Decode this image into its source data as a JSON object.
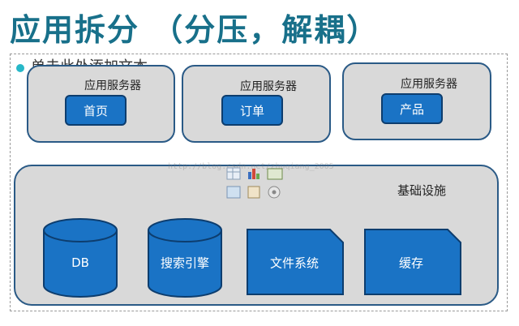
{
  "title": "应用拆分 （分压，解耦）",
  "placeholder_text": "单击此处添加文本",
  "watermark": "http://blog.csdn.net/zhuqiang_2005",
  "app_servers": [
    {
      "label": "应用服务器",
      "service": "首页"
    },
    {
      "label": "应用服务器",
      "service": "订单"
    },
    {
      "label": "应用服务器",
      "service": "产品"
    }
  ],
  "infrastructure": {
    "label": "基础设施",
    "components": [
      {
        "label": "DB",
        "shape": "cylinder"
      },
      {
        "label": "搜索引擎",
        "shape": "cylinder"
      },
      {
        "label": "文件系统",
        "shape": "clipped-rect"
      },
      {
        "label": "缓存",
        "shape": "clipped-rect"
      }
    ]
  },
  "colors": {
    "title": "#18708a",
    "node_fill": "#1a73c5",
    "node_border": "#0d3d6e",
    "panel_fill": "#d9d9d9",
    "panel_border": "#2a5a86",
    "bullet": "#27b8c8"
  }
}
